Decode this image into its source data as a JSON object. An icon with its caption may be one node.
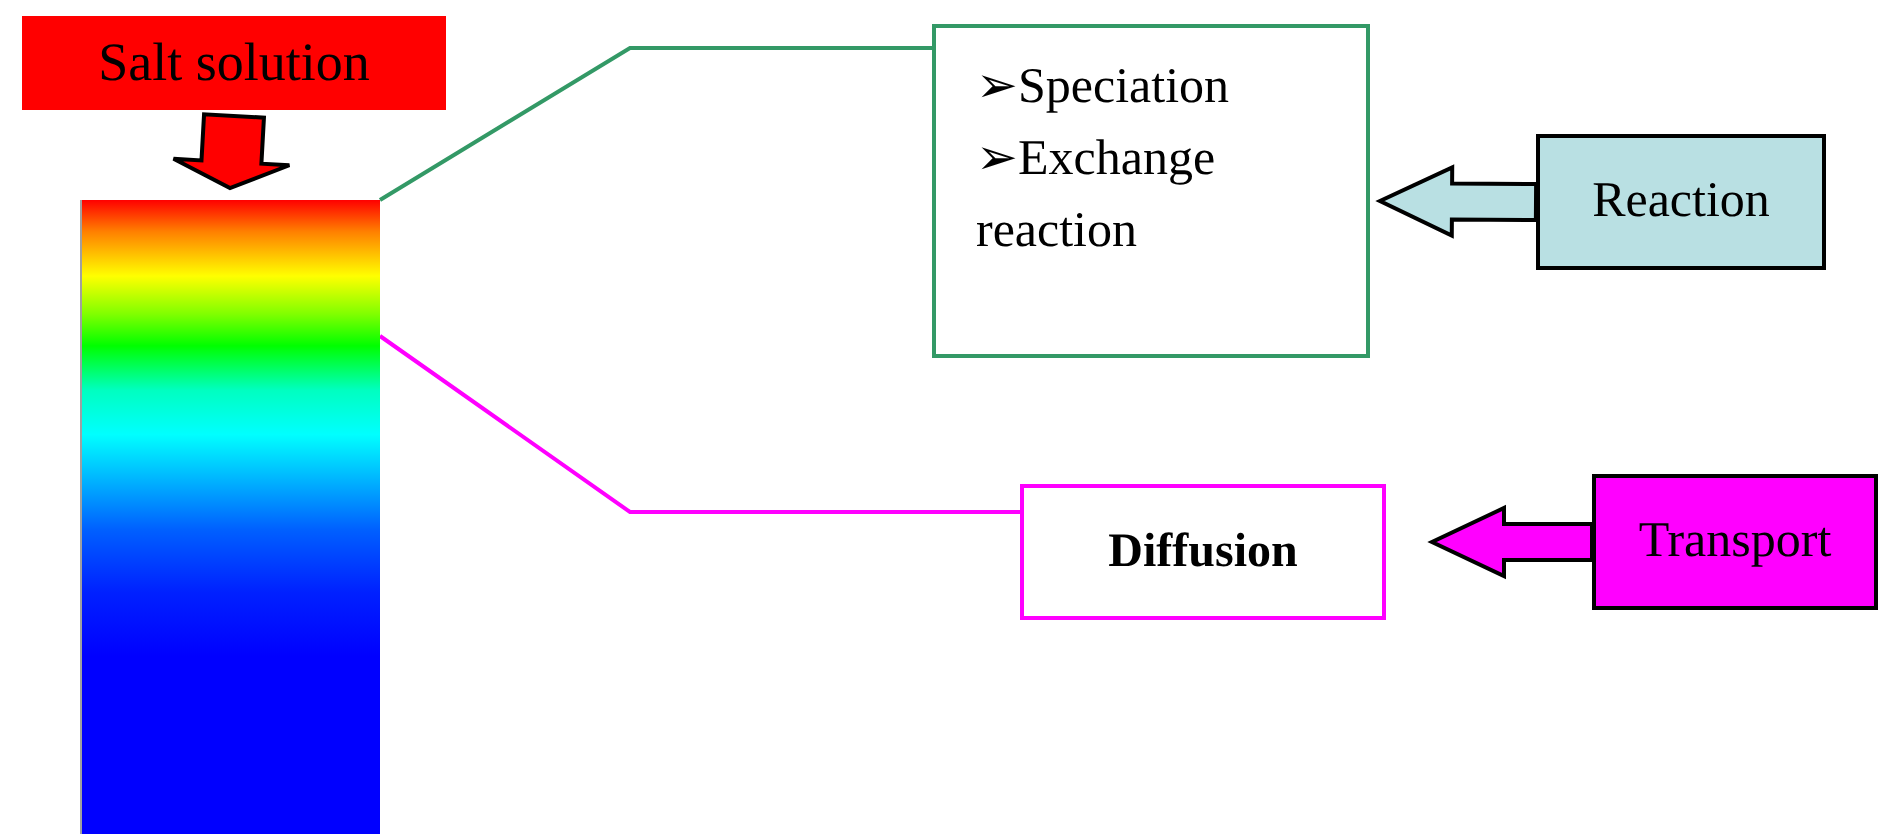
{
  "diagram": {
    "nodes": [
      {
        "text": [
          "Salt solution"
        ]
      },
      {
        "text": [],
        "shape": "bar"
      },
      {
        "text": [
          "➢Speciation",
          "➢Exchange reaction"
        ]
      },
      {
        "text": [
          "Reaction"
        ]
      },
      {
        "text": [
          "Diffusion"
        ]
      },
      {
        "text": [
          "Transport"
        ]
      }
    ],
    "edges": [
      {
        "from": 0,
        "to": 1,
        "arrow": "to",
        "style": "thick",
        "color": "#ff0000"
      },
      {
        "from": 1,
        "to": 2,
        "arrow": "none",
        "color": "#339966"
      },
      {
        "from": 1,
        "to": 4,
        "arrow": "none",
        "color": "#ff00ff"
      },
      {
        "from": 3,
        "to": 2,
        "arrow": "to",
        "style": "thick",
        "color": "#b9e0e3"
      },
      {
        "from": 5,
        "to": 4,
        "arrow": "to",
        "style": "thick",
        "color": "#ff00ff"
      }
    ]
  }
}
